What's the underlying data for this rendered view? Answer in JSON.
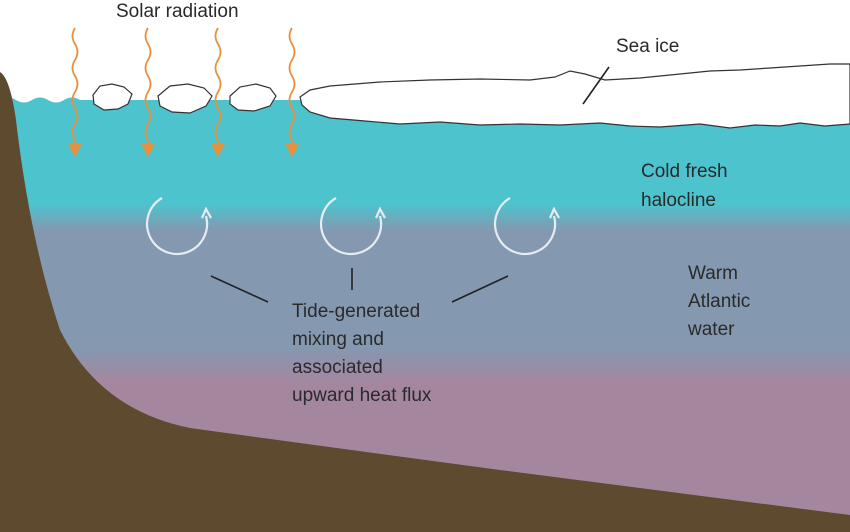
{
  "labels": {
    "solar_radiation": "Solar radiation",
    "sea_ice": "Sea ice",
    "halocline": [
      "Cold fresh",
      "halocline"
    ],
    "atlantic": [
      "Warm",
      "Atlantic",
      "water"
    ],
    "mixing": [
      "Tide-generated",
      "mixing and",
      "associated",
      "upward heat flux"
    ]
  },
  "colors": {
    "sky": "#ffffff",
    "halocline_water": "#4dc3ce",
    "atlantic_water": "#8498b0",
    "deep_water": "#a4879f",
    "seabed": "#5e4a2e",
    "ice": "#ffffff",
    "radiation_arrow": "#e8913c",
    "mixing_arrow": "#e6ecf2",
    "leader_line": "#222222"
  }
}
